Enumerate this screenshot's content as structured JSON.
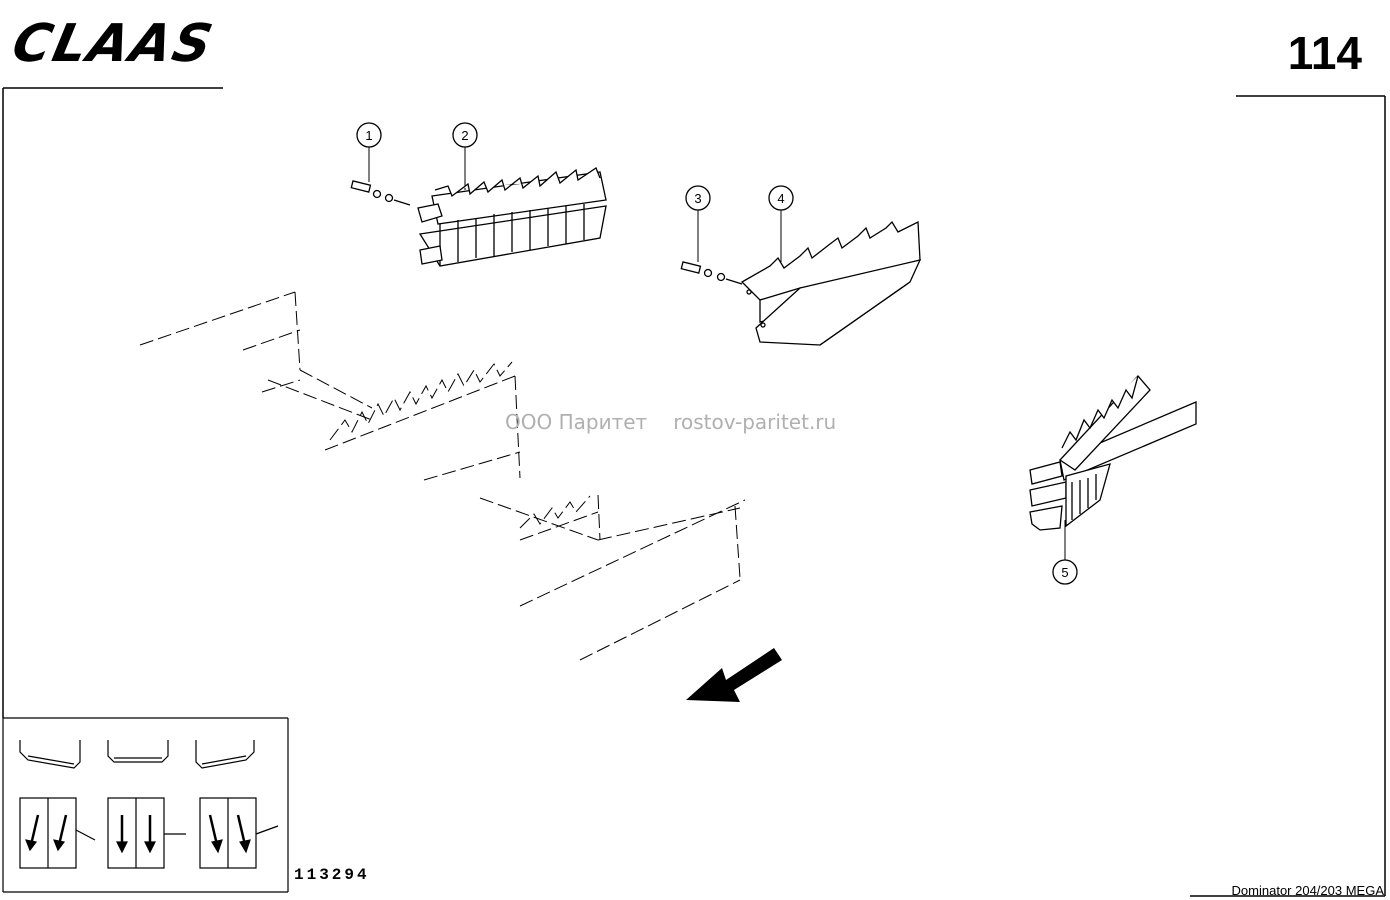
{
  "header": {
    "brand": "CLAAS",
    "page_number": "114"
  },
  "footer": {
    "drawing_number": "113294",
    "model": "Dominator 204/203 MEGA"
  },
  "watermark": {
    "company": "ООО Паритет",
    "website": "rostov-paritet.ru"
  },
  "callouts": [
    "1",
    "2",
    "3",
    "4",
    "5"
  ],
  "direction_arrow_icon": "travel-direction-arrow-icon",
  "inset_panel": {
    "icons": [
      "pickup-profile-left-icon",
      "pickup-profile-center-icon",
      "pickup-profile-right-icon",
      "flow-arrows-left-icon",
      "flow-arrows-center-icon",
      "flow-arrows-right-icon"
    ]
  }
}
